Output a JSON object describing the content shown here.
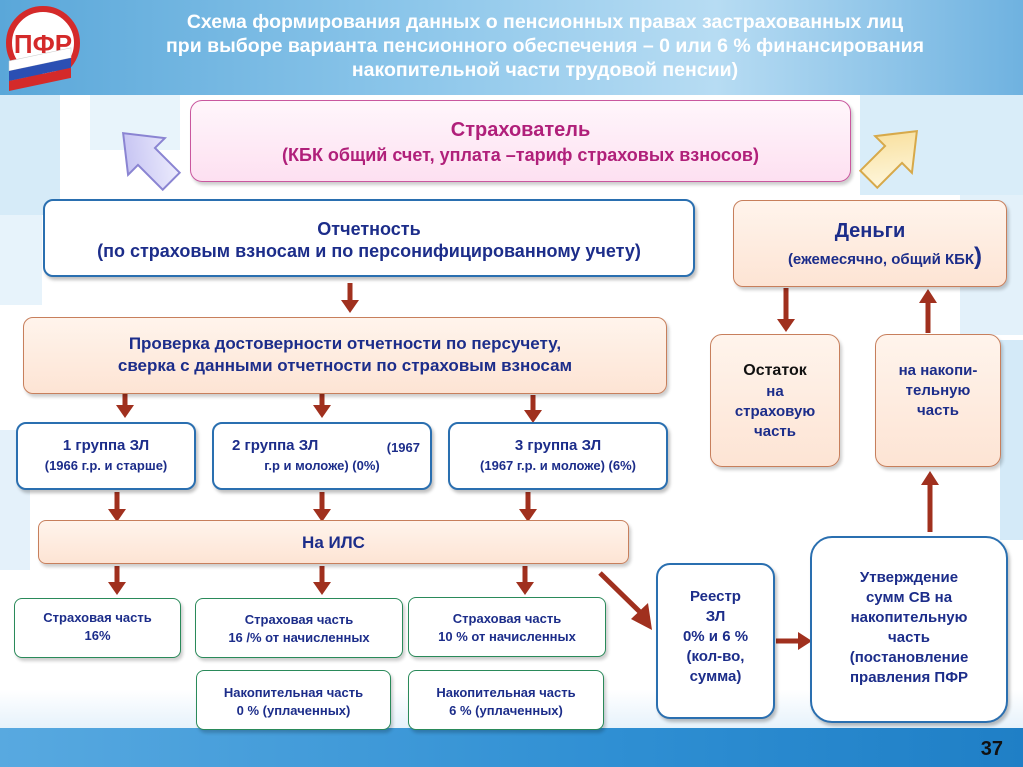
{
  "title": {
    "line1": "Схема формирования данных о пенсионных правах застрахованных  лиц",
    "line2": "при выборе варианта пенсионного обеспечения – 0 или 6 % финансирования",
    "line3": "накопительной части трудовой пенсии)"
  },
  "logo": {
    "text": "ПФР",
    "icon": "pfr-logo-icon"
  },
  "insurer": {
    "title": "Страхователь",
    "subtitle": "(КБК общий счет, уплата –тариф страховых взносов)"
  },
  "reporting": {
    "line1": "Отчетность",
    "line2": "(по страховым взносам и по персонифицированному учету)"
  },
  "money": {
    "title": "Деньги",
    "subtitle": "(ежемесячно, общий КБК",
    "close": ")"
  },
  "verification": {
    "line1": "Проверка достоверности отчетности по персучету,",
    "line2": "сверка с данными отчетности по страховым взносам"
  },
  "remainder": {
    "title": "Остаток",
    "line1": "на",
    "line2": "страховую",
    "line3": "часть"
  },
  "funded_part": {
    "line1": "на накопи-",
    "line2": "тельную",
    "line3": "часть"
  },
  "groups": [
    {
      "line1": "1 группа ЗЛ",
      "line2": "(1966 г.р. и старше)"
    },
    {
      "line1": "2 группа ЗЛ",
      "aside": "(1967",
      "line2": "г.р и моложе) (0%)"
    },
    {
      "line1": "3 группа ЗЛ",
      "line2": "(1967 г.р. и моложе) (6%)"
    }
  ],
  "ils": {
    "label": "На ИЛС"
  },
  "insurance_parts": [
    {
      "line1": "Страховая часть",
      "line2": "16%"
    },
    {
      "line1": "Страховая часть",
      "line2": "16 /% от начисленных"
    },
    {
      "line1": "Страховая часть",
      "line2": "10 % от начисленных"
    }
  ],
  "funded_parts": [
    {
      "line1": "Накопительная часть",
      "line2": "0 % (уплаченных)"
    },
    {
      "line1": "Накопительная часть",
      "line2": "6 % (уплаченных)"
    }
  ],
  "registry": {
    "line1": "Реестр",
    "line2": "ЗЛ",
    "line3": "0% и 6 %",
    "line4": "(кол-во,",
    "line5": "сумма)"
  },
  "approval": {
    "line1": "Утверждение",
    "line2": "сумм СВ на",
    "line3": "накопительную",
    "line4": "часть",
    "line5": "(постановление",
    "line6": "правления ПФР"
  },
  "page_number": "37",
  "colors": {
    "accent_blue": "#2a6fb0",
    "text_navy": "#1c2d8a",
    "magenta": "#b0207a",
    "arrow_brown": "#a0301e",
    "bar_blue": "#2f8fd3"
  }
}
